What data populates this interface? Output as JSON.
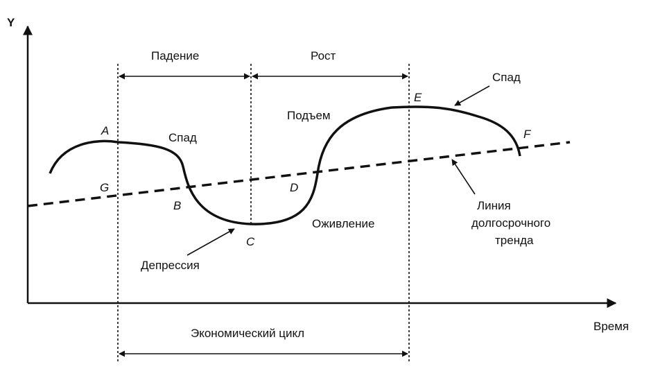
{
  "axes": {
    "y_label": "Y",
    "x_label": "Время"
  },
  "points": {
    "a": "A",
    "b": "B",
    "c": "C",
    "d": "D",
    "e": "E",
    "f": "F",
    "g": "G"
  },
  "phases": {
    "fall": "Падение",
    "growth": "Рост",
    "cycle": "Экономический цикл"
  },
  "curve_labels": {
    "decline_1": "Спад",
    "decline_2": "Спад",
    "depression": "Депрессия",
    "revival": "Оживление",
    "upswing": "Подъем"
  },
  "trend": {
    "line1": "Линия",
    "line2": "долгосрочного",
    "line3": "тренда"
  }
}
